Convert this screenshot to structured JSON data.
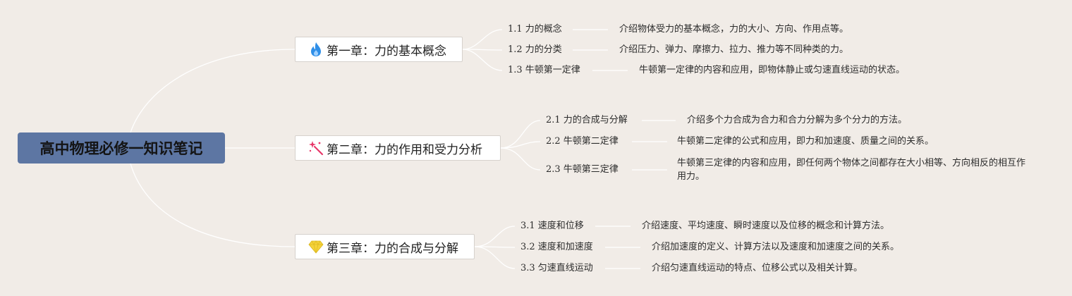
{
  "root": {
    "title": "高中物理必修一知识笔记"
  },
  "chapters": [
    {
      "icon": "fire-icon",
      "title": "第一章：力的基本概念",
      "sections": [
        {
          "title": "1.1 力的概念",
          "desc": "介绍物体受力的基本概念，力的大小、方向、作用点等。"
        },
        {
          "title": "1.2 力的分类",
          "desc": "介绍压力、弹力、摩擦力、拉力、推力等不同种类的力。"
        },
        {
          "title": "1.3 牛顿第一定律",
          "desc": "牛顿第一定律的内容和应用，即物体静止或匀速直线运动的状态。"
        }
      ]
    },
    {
      "icon": "sparkle-wand-icon",
      "title": "第二章：力的作用和受力分析",
      "sections": [
        {
          "title": "2.1 力的合成与分解",
          "desc": "介绍多个力合成为合力和合力分解为多个分力的方法。"
        },
        {
          "title": "2.2 牛顿第二定律",
          "desc": "牛顿第二定律的公式和应用，即力和加速度、质量之间的关系。"
        },
        {
          "title": "2.3 牛顿第三定律",
          "desc": "牛顿第三定律的内容和应用，即任何两个物体之间都存在大小相等、方向相反的相互作用力。"
        }
      ]
    },
    {
      "icon": "diamond-icon",
      "title": "第三章：力的合成与分解",
      "sections": [
        {
          "title": "3.1 速度和位移",
          "desc": "介绍速度、平均速度、瞬时速度以及位移的概念和计算方法。"
        },
        {
          "title": "3.2 速度和加速度",
          "desc": "介绍加速度的定义、计算方法以及速度和加速度之间的关系。"
        },
        {
          "title": "3.3 匀速直线运动",
          "desc": "介绍匀速直线运动的特点、位移公式以及相关计算。"
        }
      ]
    }
  ],
  "colors": {
    "background": "#f1ece7",
    "root_fill": "#5d76a3",
    "connector": "#ffffff",
    "fire": "#2f8fe8",
    "sparkle": "#e8386a",
    "diamond": "#f5d33a"
  }
}
